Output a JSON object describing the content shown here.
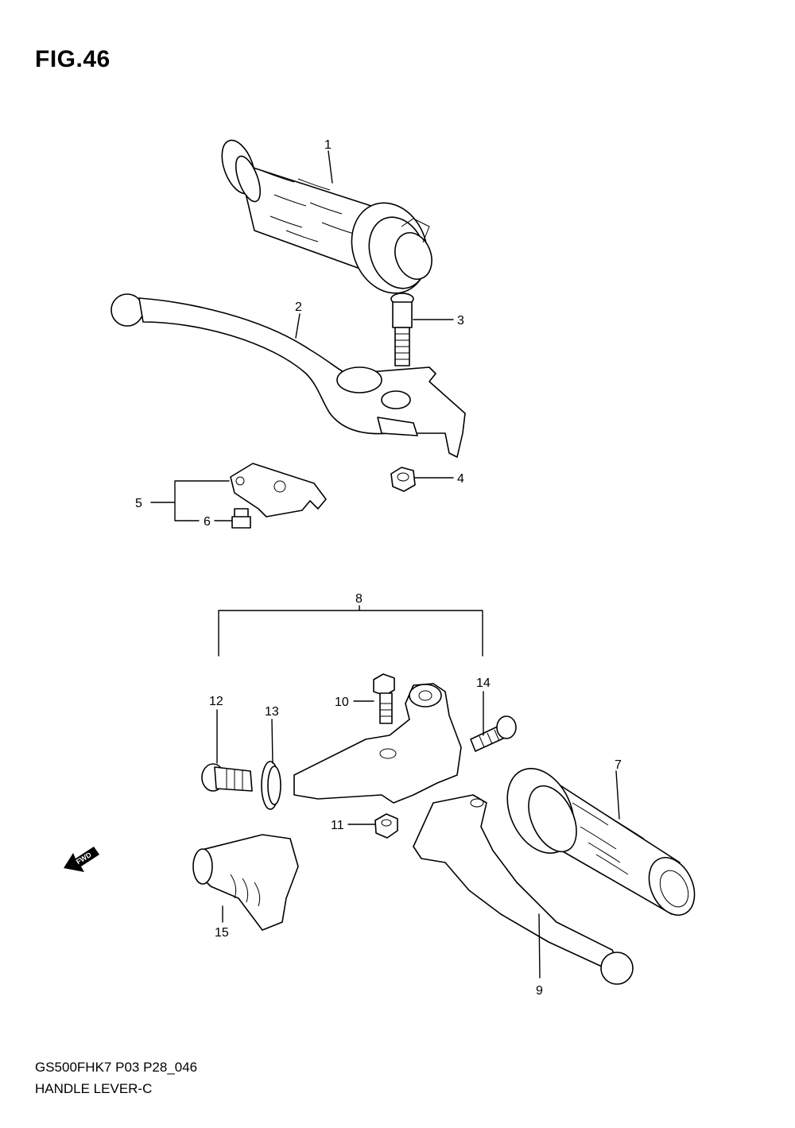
{
  "title": "FIG.46",
  "footer": {
    "line1": "GS500FHK7 P03 P28_046",
    "line2": "HANDLE LEVER-C"
  },
  "direction_marker": "FWD",
  "callouts": [
    "1",
    "2",
    "3",
    "4",
    "5",
    "6",
    "7",
    "8",
    "9",
    "10",
    "11",
    "12",
    "13",
    "14",
    "15"
  ]
}
